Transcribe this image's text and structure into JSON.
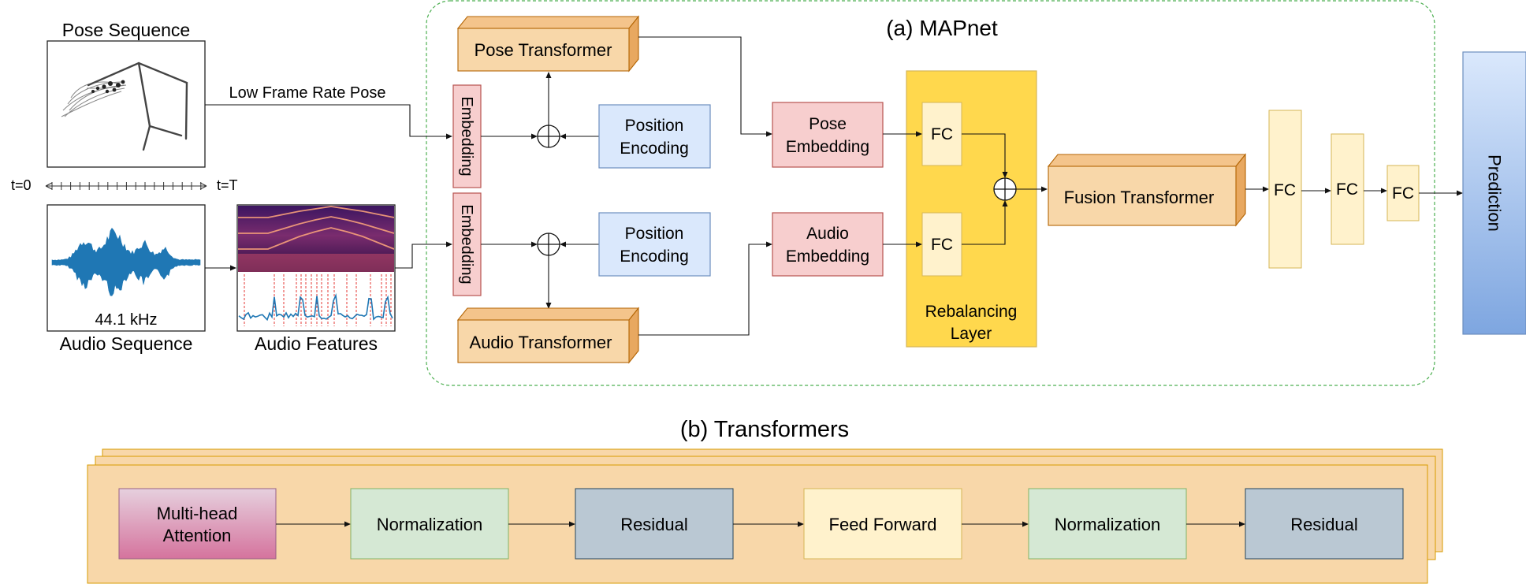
{
  "inputs": {
    "pose_sequence": "Pose Sequence",
    "low_frame_rate_pose": "Low Frame Rate Pose",
    "t_start": "t=0",
    "t_end": "t=T",
    "sample_rate": "44.1 kHz",
    "audio_sequence": "Audio Sequence",
    "audio_features": "Audio Features"
  },
  "mapnet": {
    "title": "(a) MAPnet",
    "embedding": "Embedding",
    "pose_transformer": "Pose Transformer",
    "audio_transformer": "Audio Transformer",
    "position_encoding_line1": "Position",
    "position_encoding_line2": "Encoding",
    "pose_embedding_line1": "Pose",
    "pose_embedding_line2": "Embedding",
    "audio_embedding_line1": "Audio",
    "audio_embedding_line2": "Embedding",
    "fc": "FC",
    "rebalancing_line1": "Rebalancing",
    "rebalancing_line2": "Layer",
    "fusion_transformer": "Fusion Transformer",
    "prediction": "Prediction"
  },
  "transformers": {
    "title": "(b) Transformers",
    "attention_line1": "Multi-head",
    "attention_line2": "Attention",
    "normalization": "Normalization",
    "residual": "Residual",
    "feed_forward": "Feed Forward"
  },
  "colors": {
    "orange_box": "#f8d7a9",
    "pink_box": "#f7cece",
    "blue_box": "#dae8fc",
    "yellow_fc": "#fff2cc",
    "rebalancing": "#ffd84d",
    "green_box": "#d5e8d4",
    "slate_box": "#bac8d3",
    "attention_top": "#e6d0de",
    "attention_bottom": "#d5739d",
    "prediction_top": "#dae8fc",
    "prediction_bottom": "#7ea6e0",
    "dashed_border": "#4caf50",
    "waveform": "#1f77b4"
  }
}
